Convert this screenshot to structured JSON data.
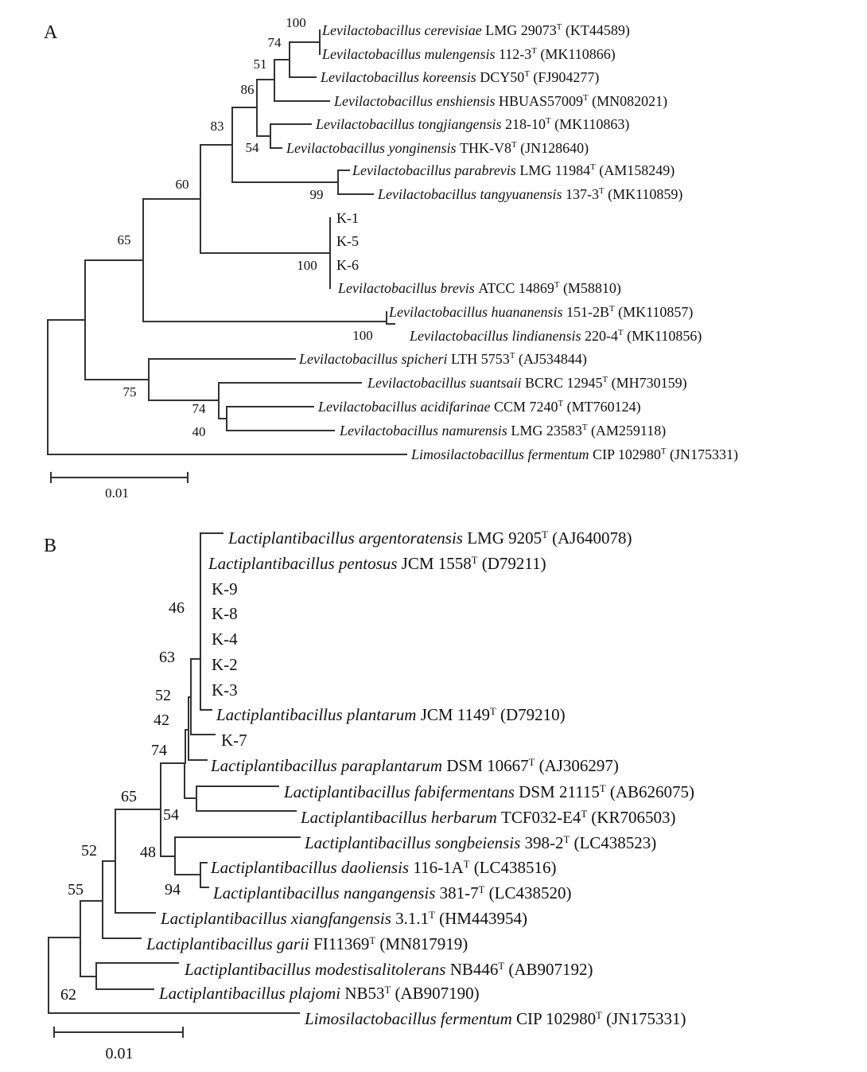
{
  "panels": [
    {
      "label": "A",
      "scale_label": "0.01",
      "leaves": [
        {
          "name": "Levilactobacillus cerevisiae",
          "strain": "LMG 29073",
          "type": "T",
          "accession": "(KT44589)"
        },
        {
          "name": "Levilactobacillus mulengensis",
          "strain": "112-3",
          "type": "T",
          "accession": "(MK110866)"
        },
        {
          "name": "Levilactobacillus koreensis",
          "strain": "DCY50",
          "type": "T",
          "accession": "(FJ904277)"
        },
        {
          "name": "Levilactobacillus enshiensis",
          "strain": "HBUAS57009",
          "type": "T",
          "accession": "(MN082021)"
        },
        {
          "name": "Levilactobacillus tongjiangensis",
          "strain": "218-10",
          "type": "T",
          "accession": "(MK110863)"
        },
        {
          "name": "Levilactobacillus yonginensis",
          "strain": "THK-V8",
          "type": "T",
          "accession": "(JN128640)"
        },
        {
          "name": "Levilactobacillus parabrevis",
          "strain": "LMG 11984",
          "type": "T",
          "accession": "(AM158249)"
        },
        {
          "name": "Levilactobacillus tangyuanensis",
          "strain": "137-3",
          "type": "T",
          "accession": "(MK110859)"
        },
        {
          "name": "",
          "strain": "K-1",
          "type": "",
          "accession": ""
        },
        {
          "name": "",
          "strain": "K-5",
          "type": "",
          "accession": ""
        },
        {
          "name": "",
          "strain": "K-6",
          "type": "",
          "accession": ""
        },
        {
          "name": "Levilactobacillus brevis",
          "strain": "ATCC 14869",
          "type": "T",
          "accession": "(M58810)"
        },
        {
          "name": "Levilactobacillus huananensis",
          "strain": "151-2B",
          "type": "T",
          "accession": "(MK110857)"
        },
        {
          "name": "Levilactobacillus lindianensis",
          "strain": "220-4",
          "type": "T",
          "accession": "(MK110856)"
        },
        {
          "name": "Levilactobacillus spicheri",
          "strain": "LTH 5753",
          "type": "T",
          "accession": "(AJ534844)"
        },
        {
          "name": "Levilactobacillus suantsaii",
          "strain": "BCRC 12945",
          "type": "T",
          "accession": "(MH730159)"
        },
        {
          "name": "Levilactobacillus acidifarinae",
          "strain": "CCM 7240",
          "type": "T",
          "accession": "(MT760124)"
        },
        {
          "name": "Levilactobacillus namurensis",
          "strain": "LMG 23583",
          "type": "T",
          "accession": "(AM259118)"
        },
        {
          "name": "Limosilactobacillus fermentum",
          "strain": "CIP 102980",
          "type": "T",
          "accession": "(JN175331)"
        }
      ],
      "bootstrap": [
        "100",
        "74",
        "51",
        "86",
        "54",
        "83",
        "99",
        "60",
        "100",
        "65",
        "100",
        "75",
        "74",
        "40"
      ]
    },
    {
      "label": "B",
      "scale_label": "0.01",
      "leaves": [
        {
          "name": "Lactiplantibacillus argentoratensis",
          "strain": "LMG 9205",
          "type": "T",
          "accession": "(AJ640078)"
        },
        {
          "name": "Lactiplantibacillus pentosus",
          "strain": "JCM 1558",
          "type": "T",
          "accession": "(D79211)"
        },
        {
          "name": "",
          "strain": "K-9",
          "type": "",
          "accession": ""
        },
        {
          "name": "",
          "strain": "K-8",
          "type": "",
          "accession": ""
        },
        {
          "name": "",
          "strain": "K-4",
          "type": "",
          "accession": ""
        },
        {
          "name": "",
          "strain": "K-2",
          "type": "",
          "accession": ""
        },
        {
          "name": "",
          "strain": "K-3",
          "type": "",
          "accession": ""
        },
        {
          "name": "Lactiplantibacillus plantarum",
          "strain": "JCM 1149",
          "type": "T",
          "accession": "(D79210)"
        },
        {
          "name": "",
          "strain": "K-7",
          "type": "",
          "accession": ""
        },
        {
          "name": "Lactiplantibacillus paraplantarum",
          "strain": "DSM 10667",
          "type": "T",
          "accession": "(AJ306297)"
        },
        {
          "name": "Lactiplantibacillus fabifermentans",
          "strain": "DSM 21115",
          "type": "T",
          "accession": "(AB626075)"
        },
        {
          "name": "Lactiplantibacillus herbarum",
          "strain": "TCF032-E4",
          "type": "T",
          "accession": "(KR706503)"
        },
        {
          "name": "Lactiplantibacillus songbeiensis",
          "strain": "398-2",
          "type": "T",
          "accession": "(LC438523)"
        },
        {
          "name": "Lactiplantibacillus daoliensis",
          "strain": "116-1A",
          "type": "T",
          "accession": "(LC438516)"
        },
        {
          "name": "Lactiplantibacillus nangangensis",
          "strain": "381-7",
          "type": "T",
          "accession": "(LC438520)"
        },
        {
          "name": "Lactiplantibacillus xiangfangensis",
          "strain": "3.1.1",
          "type": "T",
          "accession": "(HM443954)"
        },
        {
          "name": "Lactiplantibacillus garii",
          "strain": "FI11369",
          "type": "T",
          "accession": "(MN817919)"
        },
        {
          "name": "Lactiplantibacillus modestisalitolerans",
          "strain": "NB446",
          "type": "T",
          "accession": "(AB907192)"
        },
        {
          "name": "Lactiplantibacillus plajomi",
          "strain": "NB53",
          "type": "T",
          "accession": "(AB907190)"
        },
        {
          "name": "Limosilactobacillus fermentum",
          "strain": "CIP 102980",
          "type": "T",
          "accession": "(JN175331)"
        }
      ],
      "bootstrap": [
        "46",
        "63",
        "52",
        "42",
        "74",
        "65",
        "54",
        "52",
        "48",
        "94",
        "55",
        "62"
      ]
    }
  ]
}
